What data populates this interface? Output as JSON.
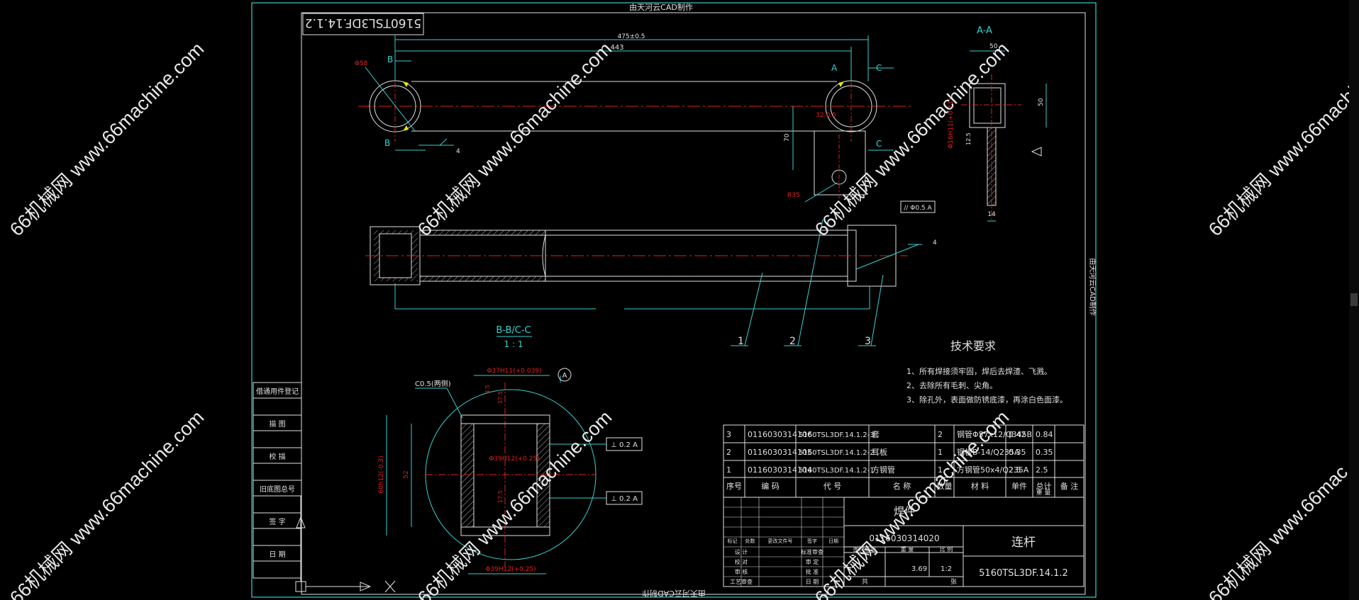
{
  "drawing": {
    "top_caption": "由天河云CAD制作",
    "bottom_caption": "由天河云CAD制作",
    "side_caption": "由天河云CAD制作",
    "mirror_code": "5160TSL3DF.14.1.2",
    "watermark": "66机械网 www.66machine.com",
    "watermark_right": "66机械网 www.66mac",
    "top_view": {
      "dim_total": "475±0.5",
      "dim_center": "443",
      "left_dia": "Φ58",
      "section_b": "B",
      "section_a": "A",
      "section_c": "C",
      "weld": "4",
      "dim_offset": "32-0.5",
      "dim_height": "70",
      "radius": "R35"
    },
    "section_aa": {
      "title": "A-A",
      "dim_width": "50",
      "dim_height": "50",
      "dim_14": "14",
      "hole": "Φ16H11(+0.11)",
      "roughness": "12.5",
      "parallel_tol": "// Φ0.5 A"
    },
    "side_view": {
      "weld": "4"
    },
    "balloons": [
      "1",
      "2",
      "3"
    ],
    "section_bc": {
      "title": "B-B/C-C",
      "scale": "1 : 1",
      "chamfer": "C0.5(两侧)",
      "dia_top": "Φ37H11(+0.039)",
      "datum": "A",
      "dia_mid": "Φ39H12(+0.25)",
      "dia_bot": "Φ39H12(+0.25)",
      "outer": "60h12(-0.3)",
      "inner": "52",
      "dim_4": "4.5",
      "dim_17": "17.5",
      "perp_1": "⊥ 0.2 A",
      "perp_2": "⊥ 0.2 A"
    },
    "tech": {
      "title": "技术要求",
      "items": [
        "1、所有焊接须牢固，焊后去焊渣、飞溅。",
        "2、去除所有毛刺、尖角。",
        "3、除孔外，表面做防锈底漆，再涂白色面漆。"
      ]
    },
    "bom": {
      "rows": [
        [
          "3",
          "0116030314106",
          "5160TSL3DF.14.1.2-3",
          "套",
          "2",
          "钢管Φ57x12/Q345B",
          "0.42",
          "0.84",
          ""
        ],
        [
          "2",
          "0116030314105",
          "5160TSL3DF.14.1.2-2",
          "耳板",
          "1",
          "钢板B-14/Q235A",
          "0.35",
          "0.35",
          ""
        ],
        [
          "1",
          "0116030314104",
          "5160TSL3DF.14.1.2-1",
          "方钢管",
          "1",
          "方钢管50x4/Q235A",
          "2.5",
          "2.5",
          ""
        ]
      ],
      "header": [
        "序号",
        "编 码",
        "代 号",
        "名 称",
        "数量",
        "材 料",
        "单件",
        "总计",
        "备 注"
      ],
      "weight_label": "重 量"
    },
    "title_block": {
      "type_label": "焊件",
      "code": "0116030314020",
      "name": "连杆",
      "drawing_no": "5160TSL3DF.14.1.2",
      "weight": "3.69",
      "scale": "1:2",
      "revision_cols": [
        "标记",
        "处数",
        "更改文件号",
        "签字",
        "日期"
      ],
      "roles": [
        "设 计",
        "校 对",
        "审 核",
        "工艺审查"
      ],
      "roles2": [
        "标准审查",
        "审 定",
        "批 准",
        "日 期"
      ],
      "stage_label": "图样标记",
      "weight_label": "重 量",
      "scale_label": "比 例",
      "sheet_label": "共",
      "sheet_of": "张"
    },
    "left_block": [
      "借通用件登记",
      "描 图",
      "校 描",
      "旧底图总号",
      "签 字",
      "日 期"
    ]
  }
}
